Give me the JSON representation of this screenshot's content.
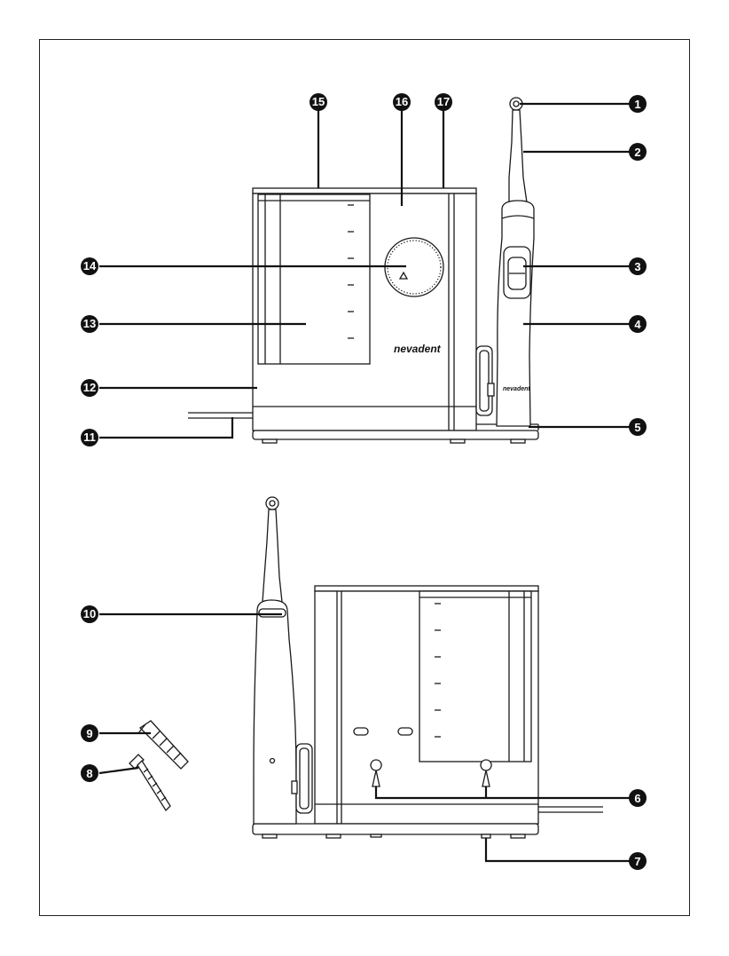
{
  "brand_main": "nevadent",
  "brand_handle": "nevadent",
  "colors": {
    "ink": "#111111",
    "paper": "#ffffff"
  },
  "callouts": {
    "c1": "1",
    "c2": "2",
    "c3": "3",
    "c4": "4",
    "c5": "5",
    "c6": "6",
    "c7": "7",
    "c8": "8",
    "c9": "9",
    "c10": "10",
    "c11": "11",
    "c12": "12",
    "c13": "13",
    "c14": "14",
    "c15": "15",
    "c16": "16",
    "c17": "17"
  }
}
